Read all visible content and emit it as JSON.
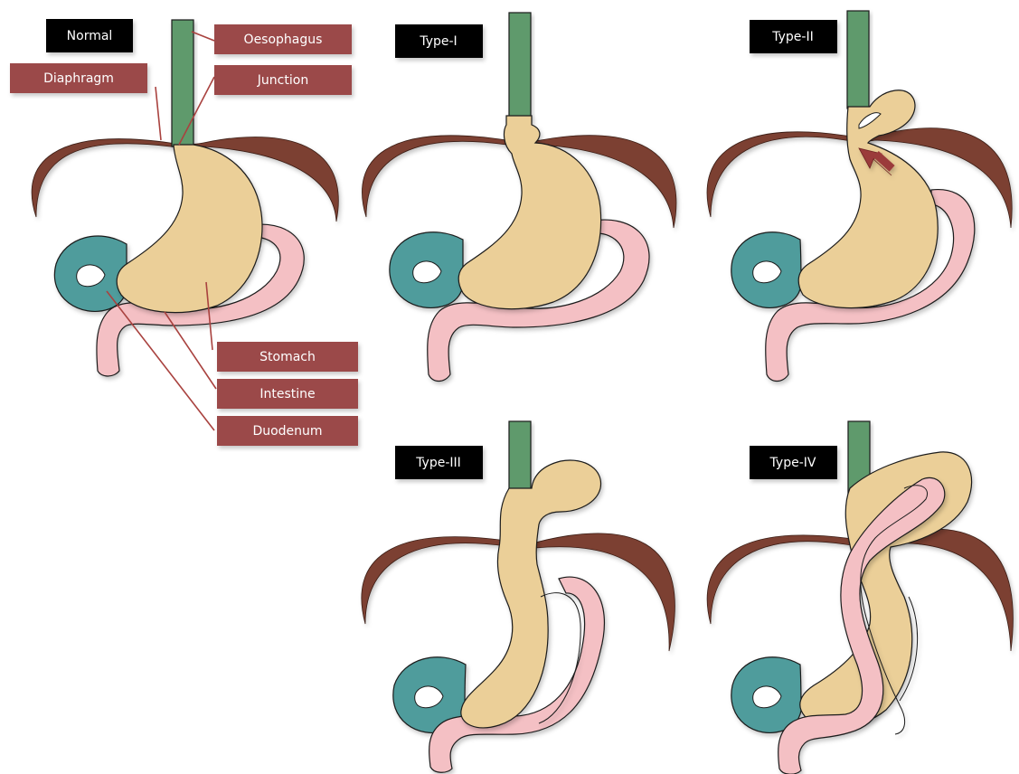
{
  "panels": [
    {
      "title": "Normal"
    },
    {
      "title": "Type-I"
    },
    {
      "title": "Type-II"
    },
    {
      "title": "Type-III"
    },
    {
      "title": "Type-IV"
    }
  ],
  "parts": {
    "oesophagus": "Oesophagus",
    "junction": "Junction",
    "diaphragm": "Diaphragm",
    "stomach": "Stomach",
    "intestine": "Intestine",
    "duodenum": "Duodenum"
  },
  "colors": {
    "oesophagus": "#5e9a6c",
    "stomach": "#ebcf98",
    "intestine": "#f4c0c4",
    "duodenum": "#4f9c9c",
    "diaphragm": "#7b3f30",
    "outline": "#1a1a1a",
    "label_box": "#9b4a4a",
    "title_box": "#000000",
    "arrow": "#9b3a3a"
  }
}
